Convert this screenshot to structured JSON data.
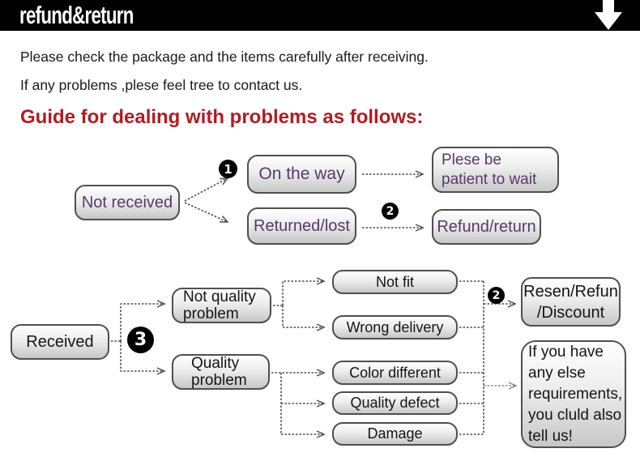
{
  "header": {
    "title": "refund&return",
    "arrow_icon": "down-arrow"
  },
  "intro": {
    "line1": "Please check the package and the items carefully after receiving.",
    "line2": "If any problems ,plese feel tree to contact us.",
    "heading": "Guide for dealing with problems as follows:"
  },
  "colors": {
    "header_bg": "#000000",
    "heading_red": "#b11c24",
    "flow1_text_purple": "#59396a",
    "flow2_text_black": "#151515",
    "node_border": "#4f4f4f",
    "node_gradient_top": "#ffffff",
    "node_gradient_bottom": "#c7c7c7"
  },
  "flow1": {
    "not_received": "Not received",
    "on_the_way": "On the way",
    "returned_lost": "Returned/lost",
    "please_wait": "Plese be\npatient to wait",
    "refund_return": "Refund/return",
    "badge1": "1",
    "badge2": "2"
  },
  "flow2": {
    "received": "Received",
    "badge3": "3",
    "not_quality_problem": "Not quality\nproblem",
    "quality_problem": "Quality\nproblem",
    "not_fit": "Not fit",
    "wrong_delivery": "Wrong delivery",
    "color_different": "Color different",
    "quality_defect": "Quality defect",
    "damage": "Damage",
    "badge2": "2",
    "resen_refun_discount": "Resen/Refun\n/Discount",
    "else_requirements": "If you have\nany else\nrequirements,\nyou cluld also\ntell us!"
  }
}
